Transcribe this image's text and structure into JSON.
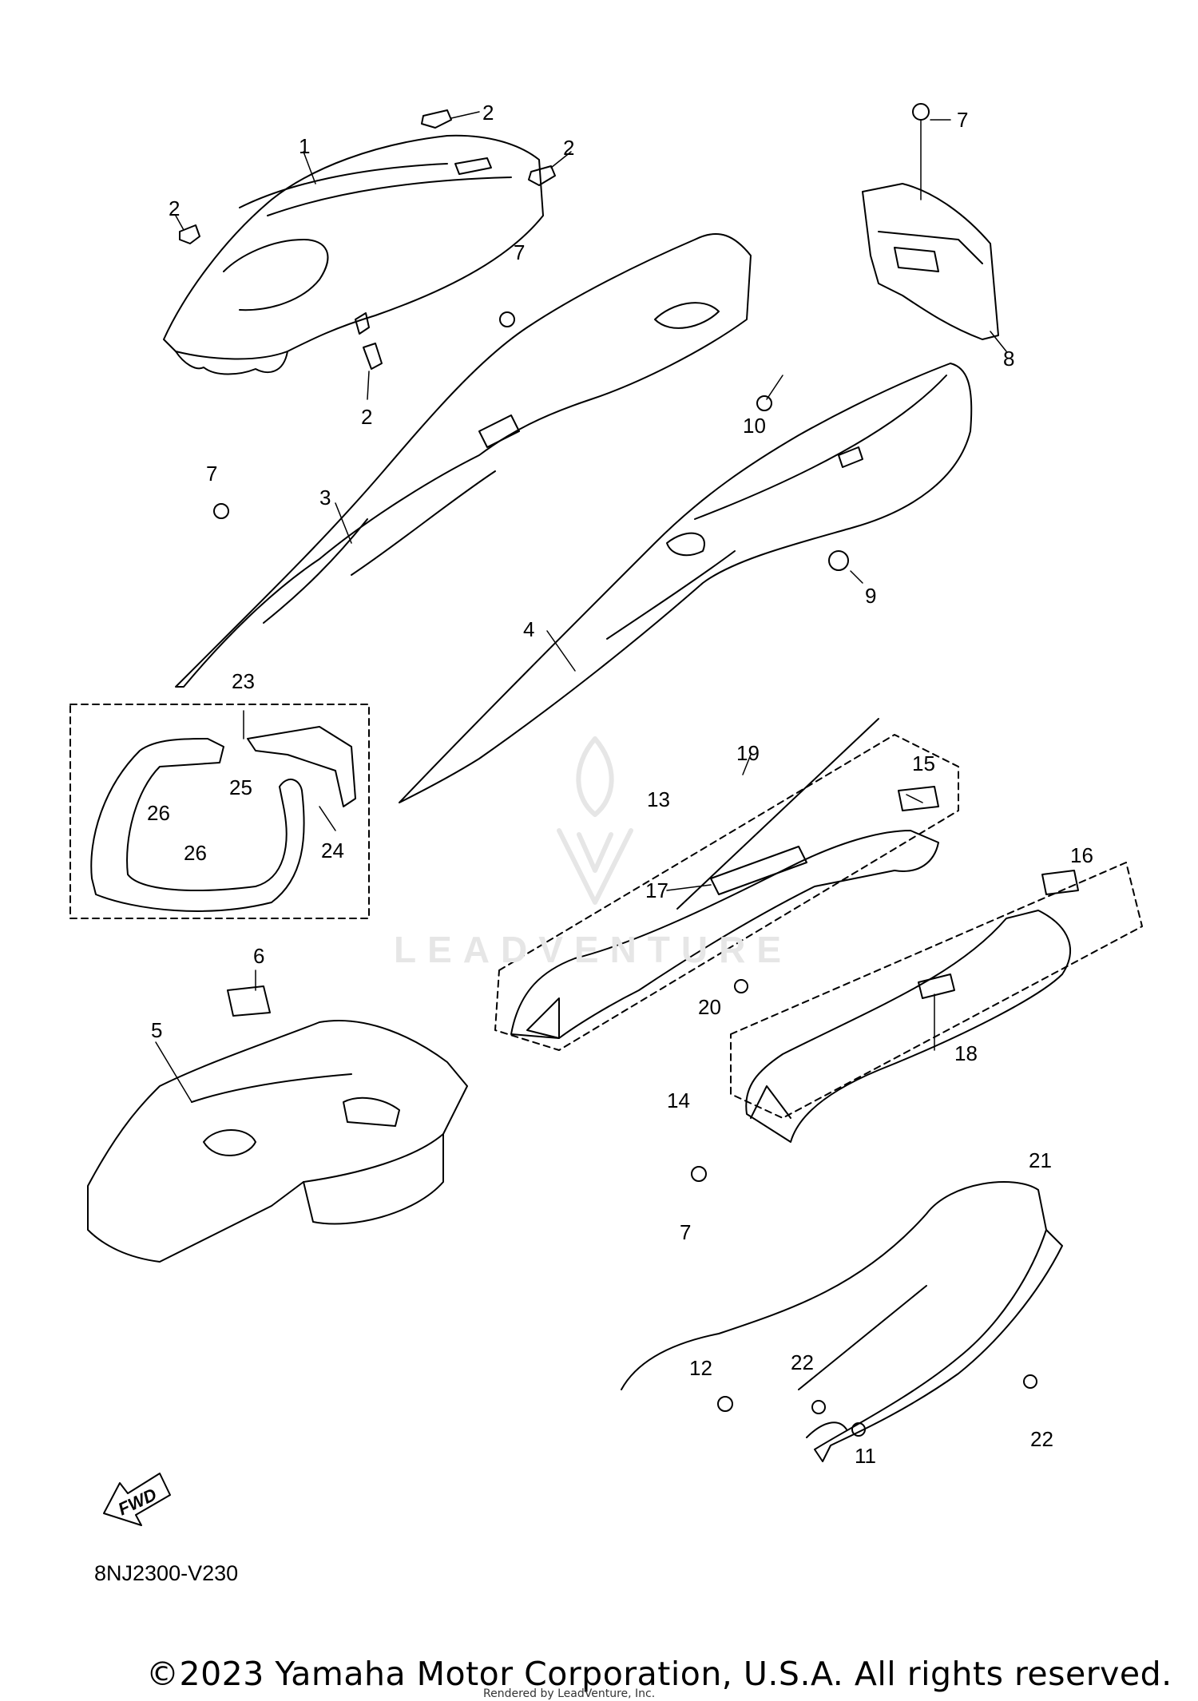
{
  "diagram": {
    "code": "8NJ2300-V230",
    "fwd_label": "FWD",
    "watermark_text": "LEADVENTURE",
    "copyright": "©2023 Yamaha Motor Corporation, U.S.A. All rights reserved.",
    "rendered_by": "Rendered by LeadVenture, Inc.",
    "callouts": [
      "1",
      "2",
      "2",
      "2",
      "2",
      "3",
      "4",
      "5",
      "6",
      "7",
      "7",
      "7",
      "7",
      "8",
      "9",
      "10",
      "11",
      "12",
      "13",
      "14",
      "15",
      "16",
      "17",
      "18",
      "19",
      "20",
      "21",
      "22",
      "22",
      "23",
      "24",
      "25",
      "26",
      "26"
    ]
  }
}
